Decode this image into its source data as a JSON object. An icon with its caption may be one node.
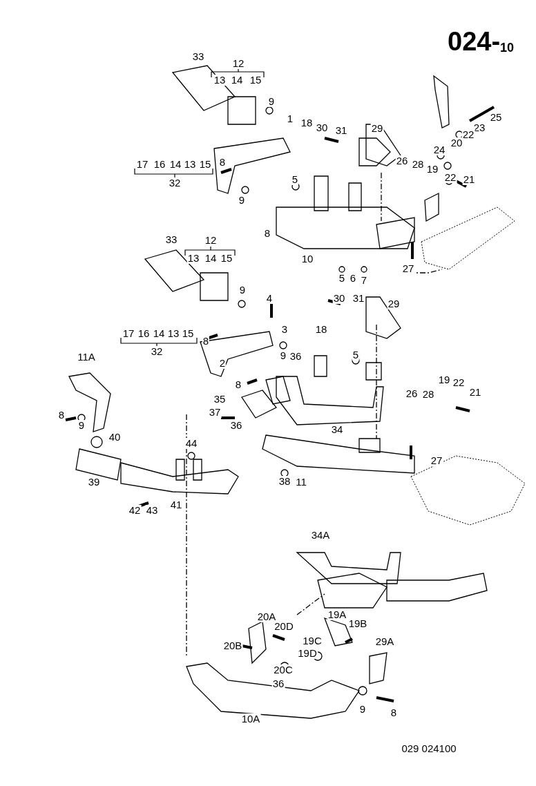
{
  "diagram": {
    "title": "024-$_{10}$",
    "labels": [
      "33",
      "12",
      "13",
      "14",
      "15",
      "9",
      "1",
      "18",
      "30",
      "31",
      "29",
      "25",
      "23",
      "22",
      "20",
      "24",
      "17",
      "16",
      "14",
      "13",
      "15",
      "8",
      "32",
      "26",
      "28",
      "19",
      "22",
      "21",
      "9",
      "5",
      "8",
      "10",
      "5",
      "6",
      "7",
      "27",
      "33",
      "12",
      "13",
      "14",
      "15",
      "9",
      "4",
      "3",
      "30",
      "31",
      "29",
      "17",
      "16",
      "14",
      "13",
      "15",
      "8",
      "32",
      "18",
      "11A",
      "2",
      "9",
      "36",
      "5",
      "8",
      "26",
      "28",
      "19",
      "22",
      "21",
      "35",
      "37",
      "8",
      "9",
      "40",
      "34",
      "36",
      "44",
      "27",
      "39",
      "38",
      "11",
      "42",
      "43",
      "41",
      "34A",
      "20A",
      "20D",
      "19A",
      "19B",
      "29A",
      "20B",
      "19C",
      "19D",
      "20C",
      "36",
      "9",
      "8",
      "10A",
      "029  024100"
    ]
  }
}
